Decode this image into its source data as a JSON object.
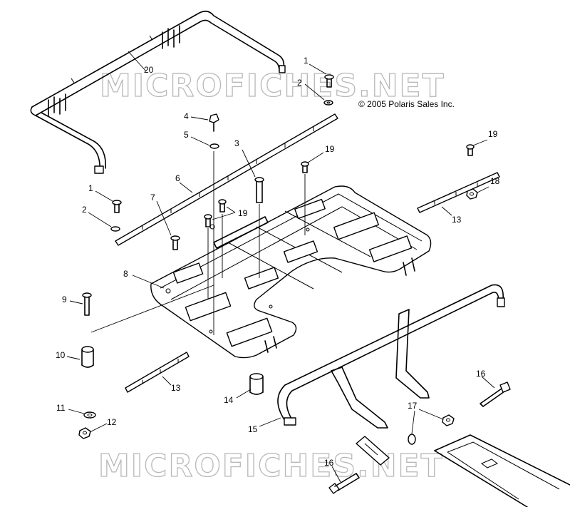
{
  "watermark": "MICROFICHES.NET",
  "copyright": "© 2005 Polaris Sales Inc.",
  "callouts": {
    "c1a": "1",
    "c2a": "2",
    "c20": "20",
    "c4": "4",
    "c5": "5",
    "c3": "3",
    "c19a": "19",
    "c19b": "19",
    "c19c": "19",
    "c6": "6",
    "c1b": "1",
    "c2b": "2",
    "c7": "7",
    "c18": "18",
    "c13a": "13",
    "c8": "8",
    "c9": "9",
    "c10": "10",
    "c13b": "13",
    "c14": "14",
    "c16a": "16",
    "c11": "11",
    "c12": "12",
    "c17": "17",
    "c15": "15",
    "c16b": "16"
  }
}
